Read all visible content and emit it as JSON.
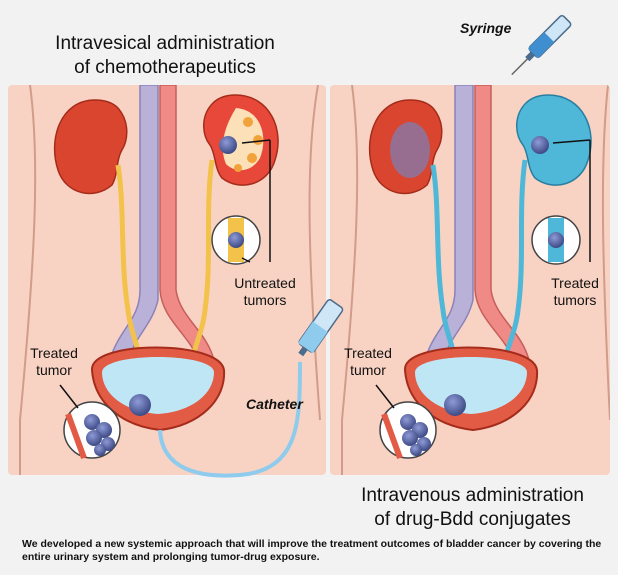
{
  "titles": {
    "left_line1": "Intravesical administration",
    "left_line2": "of chemotherapeutics",
    "right_line1": "Intravenous administration",
    "right_line2": "of drug-Bdd conjugates"
  },
  "labels": {
    "syringe": "Syringe",
    "catheter": "Catheter",
    "untreated_line1": "Untreated",
    "untreated_line2": "tumors",
    "treated_left_line1": "Treated",
    "treated_left_line2": "tumor",
    "treated_right_line1": "Treated",
    "treated_right_line2": "tumors",
    "treated_right_bladder_line1": "Treated",
    "treated_right_bladder_line2": "tumor"
  },
  "caption": "We developed a new systemic approach that will improve the treatment outcomes of bladder cancer by covering the entire urinary system and prolonging tumor-drug exposure.",
  "colors": {
    "skin": "#f8d3c4",
    "kidney": "#d9452f",
    "treated_blue": "#4fb7d8",
    "ureter_yellow": "#f2c24a",
    "vein": "#b9b1d8",
    "artery": "#f08a86",
    "bladder_fill": "#bfe6f5",
    "tumor": "#5b6aa8"
  }
}
